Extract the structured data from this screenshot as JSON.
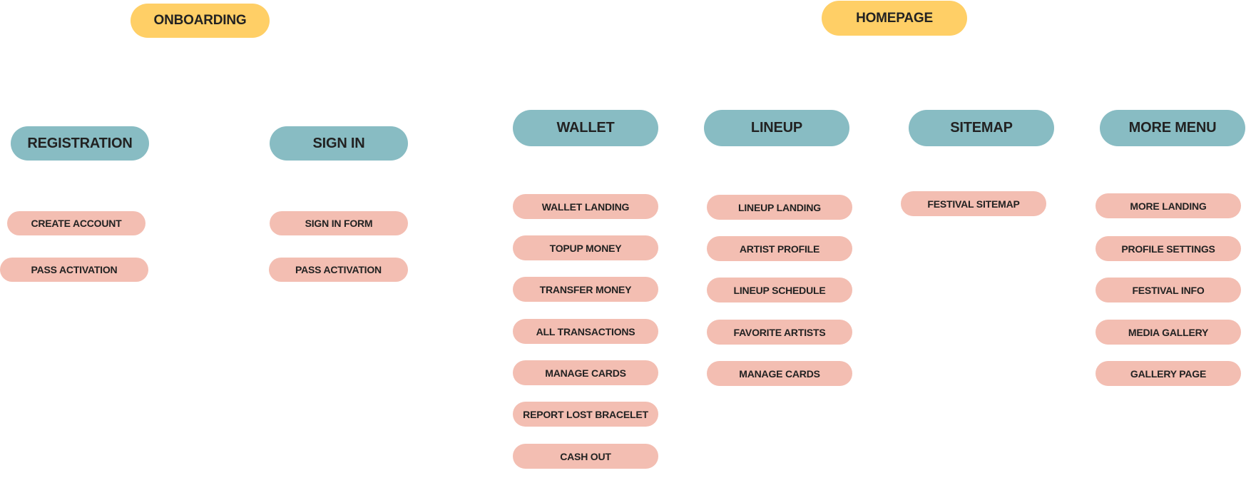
{
  "colors": {
    "level1": "#FFCF66",
    "level2": "#88BCC3",
    "level3": "#F3BEB2",
    "text": "#222222"
  },
  "sections": [
    {
      "title": "ONBOARDING",
      "groups": [
        {
          "title": "REGISTRATION",
          "items": [
            "CREATE ACCOUNT",
            "PASS ACTIVATION"
          ]
        },
        {
          "title": "SIGN IN",
          "items": [
            "SIGN IN FORM",
            "PASS ACTIVATION"
          ]
        }
      ]
    },
    {
      "title": "HOMEPAGE",
      "groups": [
        {
          "title": "WALLET",
          "items": [
            "WALLET LANDING",
            "TOPUP MONEY",
            "TRANSFER MONEY",
            "ALL TRANSACTIONS",
            "MANAGE CARDS",
            "REPORT LOST BRACELET",
            "CASH OUT"
          ]
        },
        {
          "title": "LINEUP",
          "items": [
            "LINEUP LANDING",
            "ARTIST PROFILE",
            "LINEUP SCHEDULE",
            "FAVORITE ARTISTS",
            "MANAGE CARDS"
          ]
        },
        {
          "title": "SITEMAP",
          "items": [
            "FESTIVAL SITEMAP"
          ]
        },
        {
          "title": "MORE MENU",
          "items": [
            "MORE LANDING",
            "PROFILE SETTINGS",
            "FESTIVAL INFO",
            "MEDIA GALLERY",
            "GALLERY PAGE"
          ]
        }
      ]
    }
  ]
}
